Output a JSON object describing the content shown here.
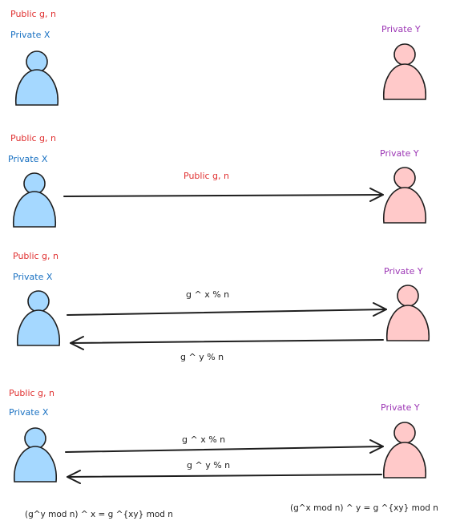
{
  "colors": {
    "public": "#e03131",
    "private_x": "#1971c2",
    "private_y": "#9c36b5",
    "person_x_fill": "#a5d8ff",
    "person_y_fill": "#ffc9c9",
    "ink": "#1e1e1e"
  },
  "icons": {
    "person_x": "person-icon",
    "person_y": "person-icon"
  },
  "panels": [
    {
      "public_label": "Public g, n",
      "private_x_label": "Private X",
      "private_y_label": "Private Y",
      "messages": []
    },
    {
      "public_label": "Public g, n",
      "private_x_label": "Private X",
      "private_y_label": "Private Y",
      "messages": [
        {
          "direction": "x-to-y",
          "label": "Public g, n"
        }
      ]
    },
    {
      "public_label": "Public g, n",
      "private_x_label": "Private X",
      "private_y_label": "Private Y",
      "messages": [
        {
          "direction": "x-to-y",
          "label": "g ^ x % n"
        },
        {
          "direction": "y-to-x",
          "label": "g ^ y % n"
        }
      ]
    },
    {
      "public_label": "Public g, n",
      "private_x_label": "Private X",
      "private_y_label": "Private Y",
      "messages": [
        {
          "direction": "x-to-y",
          "label": "g ^ x % n"
        },
        {
          "direction": "y-to-x",
          "label": "g ^ y % n"
        }
      ],
      "formula_x": "(g^y mod n) ^ x = g ^{xy} mod n",
      "formula_y": "(g^x mod n) ^ y = g ^{xy} mod n"
    }
  ]
}
